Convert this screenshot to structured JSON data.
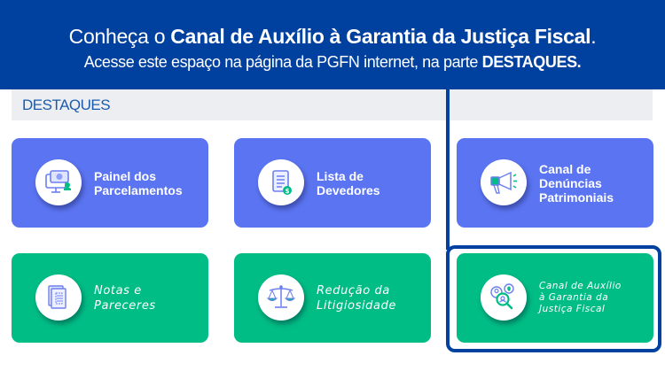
{
  "banner": {
    "line1_prefix": "Conheça o ",
    "line1_bold": "Canal de Auxílio à Garantia da Justiça Fiscal",
    "line1_suffix": ".",
    "line2_prefix": "Acesse este espaço na página da PGFN internet, na parte ",
    "line2_bold": "DESTAQUES."
  },
  "section": {
    "title": "DESTAQUES"
  },
  "cards": [
    {
      "lines": [
        "Painel dos",
        "Parcelamentos"
      ],
      "icon": "monitor-payment-icon",
      "color": "#5b74f2"
    },
    {
      "lines": [
        "Lista de",
        "Devedores"
      ],
      "icon": "debtor-list-icon",
      "color": "#5b74f2"
    },
    {
      "lines": [
        "Canal de",
        "Denúncias",
        "Patrimoniais"
      ],
      "icon": "megaphone-icon",
      "color": "#5b74f2"
    },
    {
      "lines": [
        "Notas e",
        "Pareceres"
      ],
      "icon": "documents-icon",
      "color": "#00bd85"
    },
    {
      "lines": [
        "Redução da",
        "Litigiosidade"
      ],
      "icon": "scales-icon",
      "color": "#00bd85"
    },
    {
      "lines": [
        "Canal de Auxílio",
        "à Garantia da",
        "Justiça Fiscal"
      ],
      "icon": "people-search-icon",
      "color": "#00bd85",
      "highlighted": true
    }
  ],
  "colors": {
    "banner": "#0041a0",
    "card_blue": "#5b74f2",
    "card_green": "#00bd85",
    "section_bar": "#edeef2",
    "section_title": "#1a5cab"
  }
}
